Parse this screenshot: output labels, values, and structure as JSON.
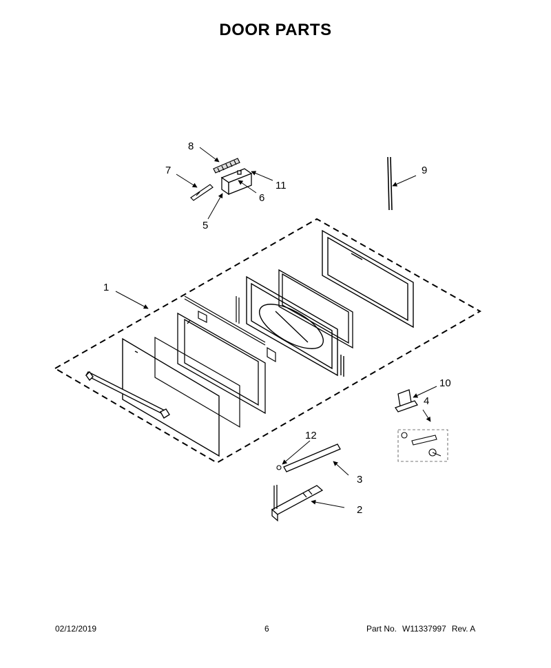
{
  "page": {
    "title": "DOOR PARTS"
  },
  "callouts": [
    {
      "id": "1",
      "label": "1"
    },
    {
      "id": "2",
      "label": "2"
    },
    {
      "id": "3",
      "label": "3"
    },
    {
      "id": "4",
      "label": "4"
    },
    {
      "id": "5",
      "label": "5"
    },
    {
      "id": "6",
      "label": "6"
    },
    {
      "id": "7",
      "label": "7"
    },
    {
      "id": "8",
      "label": "8"
    },
    {
      "id": "9",
      "label": "9"
    },
    {
      "id": "10",
      "label": "10"
    },
    {
      "id": "11",
      "label": "11"
    },
    {
      "id": "12",
      "label": "12"
    }
  ],
  "footer": {
    "date": "02/12/2019",
    "page_number": "6",
    "part_label": "Part No.",
    "part_number": "W11337997",
    "revision": "Rev. A"
  }
}
